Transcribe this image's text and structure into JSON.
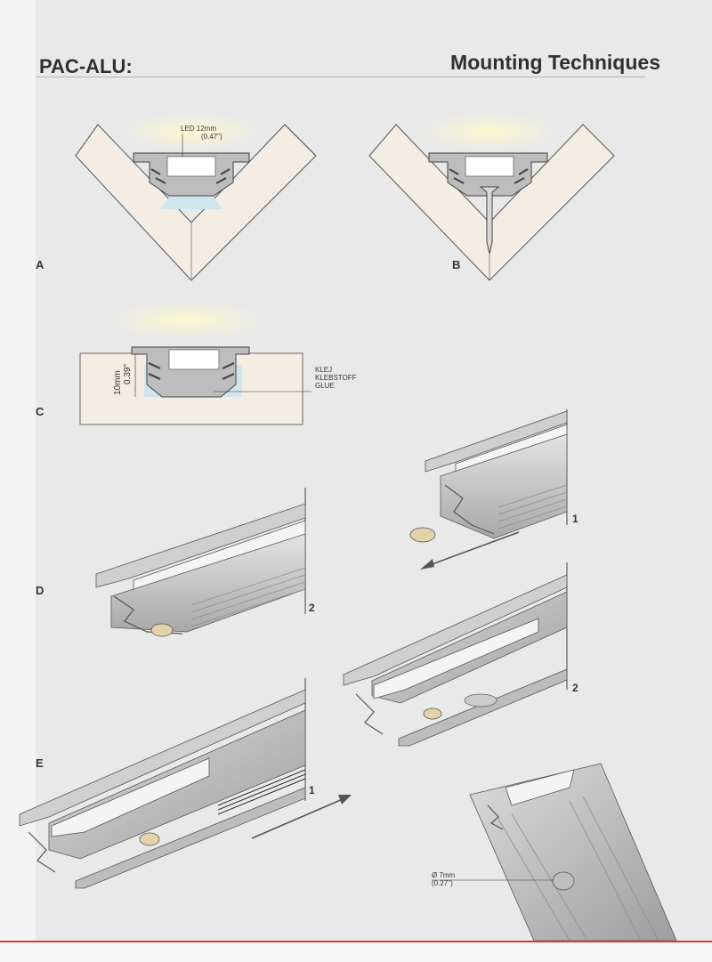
{
  "header": {
    "brand": "PAC-ALU:",
    "title": "Mounting Techniques"
  },
  "figures": {
    "a": {
      "letter": "A",
      "led_label": "LED 12mm",
      "led_inch": "(0.47\")"
    },
    "b": {
      "letter": "B"
    },
    "c": {
      "letter": "C",
      "depth_mm": "10mm",
      "depth_inch": "0.39\"",
      "glue_pl": "KLEJ",
      "glue_de": "KLEBSTOFF",
      "glue_en": "GLUE"
    },
    "d": {
      "letter": "D",
      "step1": "1",
      "step2": "2"
    },
    "e": {
      "letter": "E",
      "step1": "1",
      "step2": "2",
      "hole_mm": "Ø 7mm",
      "hole_inch": "(0.27\")"
    }
  },
  "colors": {
    "accent_line": "#d9363e",
    "wall": "#f3ede3",
    "glue": "#cfe6ec",
    "led_glow": "#fbf7d6",
    "profile": "#c9c9c9",
    "profile_dark": "#a9a9a9"
  }
}
